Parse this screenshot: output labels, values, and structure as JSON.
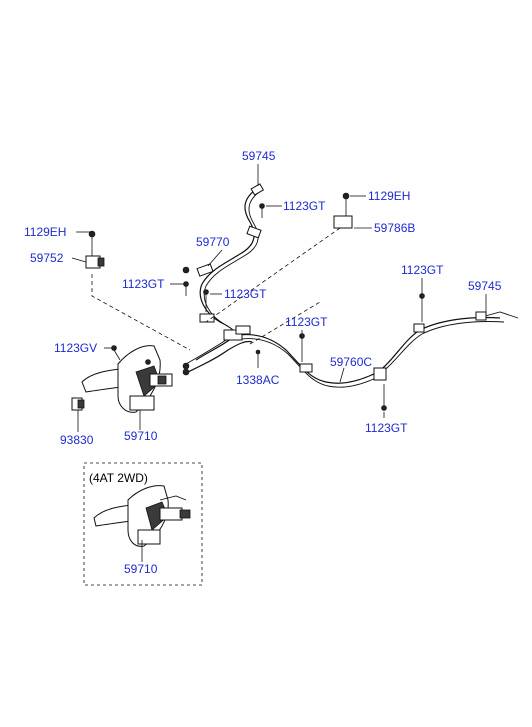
{
  "labels": {
    "p59745_top": "59745",
    "p1123gt_a": "1123GT",
    "p1129eh_right": "1129EH",
    "p59786b": "59786B",
    "p1129eh_left": "1129EH",
    "p59770": "59770",
    "p59752": "59752",
    "p1123gt_b": "1123GT",
    "p1123gt_c": "1123GT",
    "p1123gt_d": "1123GT",
    "p59745_right": "59745",
    "p1123gt_e": "1123GT",
    "p1123gv": "1123GV",
    "p1338ac": "1338AC",
    "p59760c": "59760C",
    "p93830": "93830",
    "p59710": "59710",
    "p1123gt_f": "1123GT",
    "inset_title": "(4AT 2WD)",
    "inset_p59710": "59710"
  }
}
